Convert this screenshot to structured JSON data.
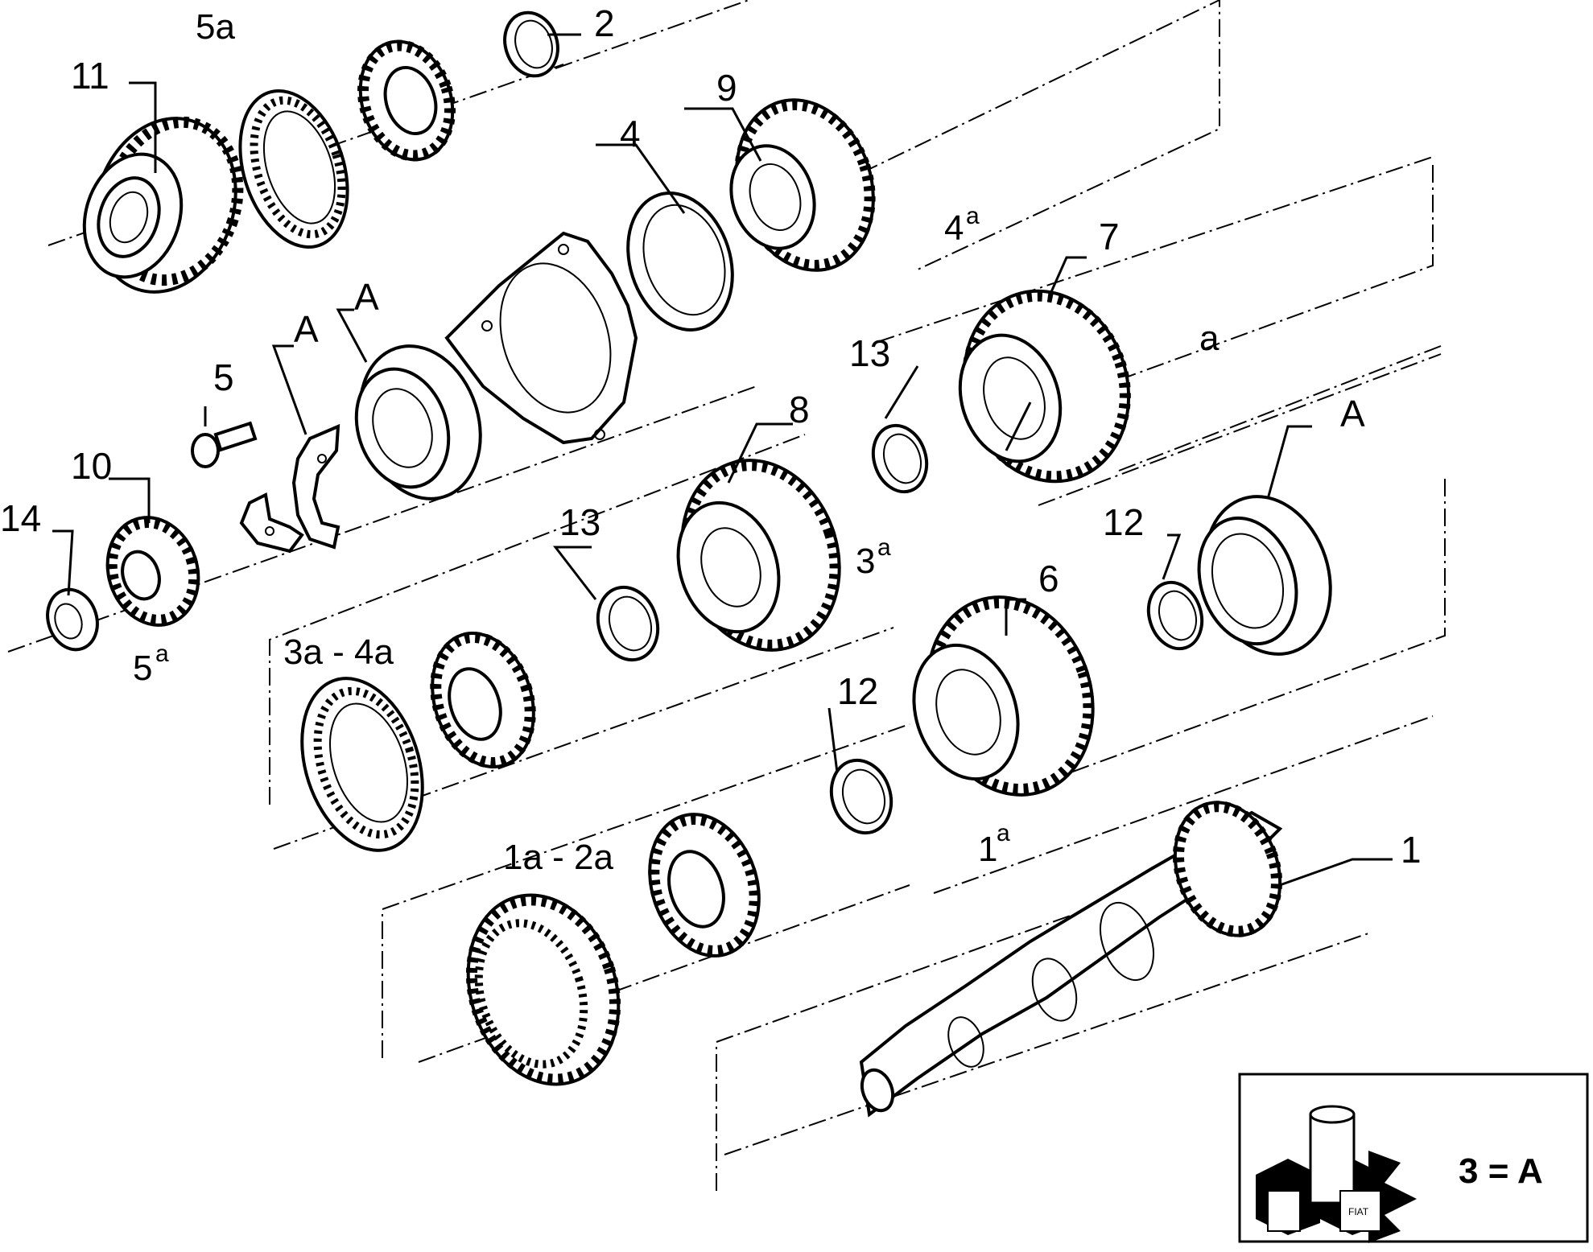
{
  "diagram": {
    "callouts": {
      "p1": "1",
      "p2": "2",
      "p4": "4",
      "p5": "5",
      "p6": "6",
      "p7": "7",
      "p8": "8",
      "p9": "9",
      "p10": "10",
      "p11": "11",
      "p12a": "12",
      "p12b": "12",
      "p13a": "13",
      "p13b": "13",
      "p14": "14",
      "a1": "A",
      "a2": "A",
      "a3": "A"
    },
    "gear_labels": {
      "g5a_top": "5a",
      "g4": "4",
      "g4_sup": "a",
      "a_right": "a",
      "g3": "3",
      "g3_sup": "a",
      "g5": "5",
      "g5_sup": "a",
      "g1": "1",
      "g1_sup": "a",
      "sync34": "3a - 4a",
      "sync12": "1a - 2a"
    },
    "legend": {
      "equation": "3 = A",
      "logo_text": "FIAT"
    }
  }
}
